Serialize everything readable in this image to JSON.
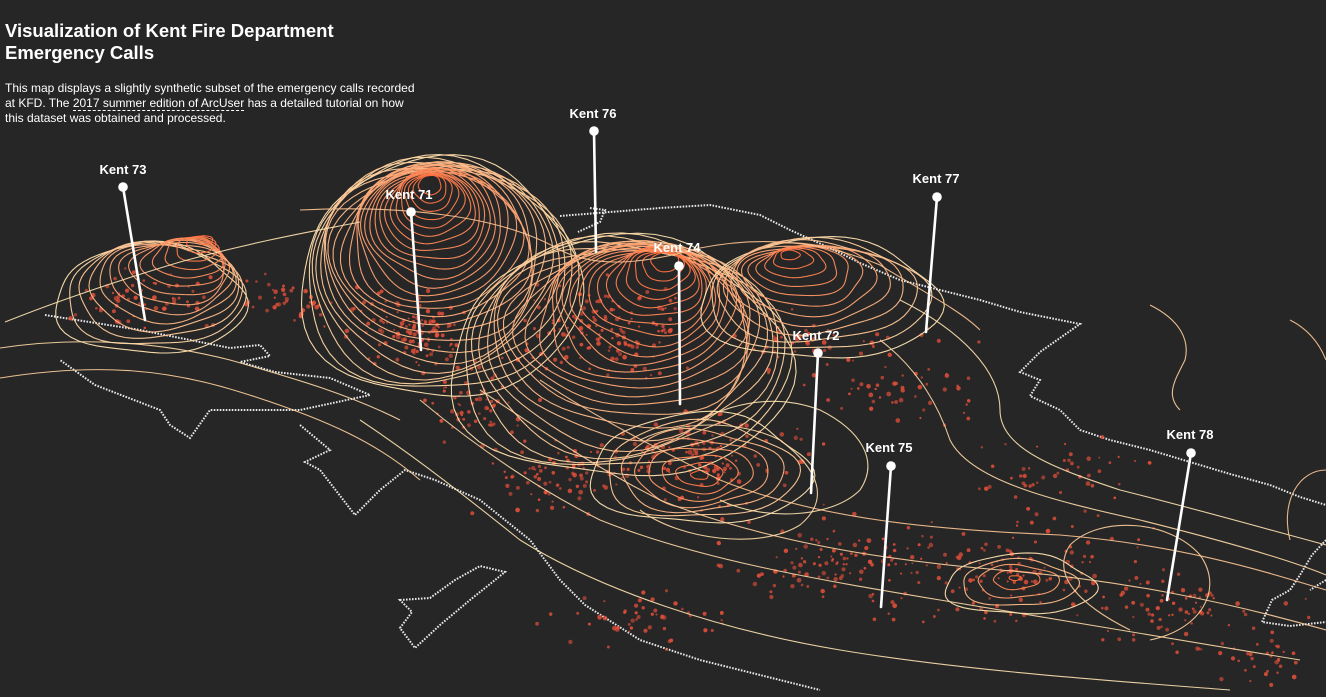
{
  "panel": {
    "title_line1": "Visualization of Kent Fire Department",
    "title_line2": "Emergency Calls",
    "desc_part1": "This map displays a slightly synthetic subset of the emergency calls recorded at KFD. The ",
    "desc_link": "2017 summer edition of ArcUser",
    "desc_part2": " has a detailed tutorial on how this dataset was obtained and processed."
  },
  "stations": [
    {
      "id": "kent-73",
      "label": "Kent 73"
    },
    {
      "id": "kent-71",
      "label": "Kent 71"
    },
    {
      "id": "kent-76",
      "label": "Kent 76"
    },
    {
      "id": "kent-74",
      "label": "Kent 74"
    },
    {
      "id": "kent-77",
      "label": "Kent 77"
    },
    {
      "id": "kent-72",
      "label": "Kent 72"
    },
    {
      "id": "kent-75",
      "label": "Kent 75"
    },
    {
      "id": "kent-78",
      "label": "Kent 78"
    }
  ],
  "colors": {
    "background": "#262626",
    "contour_low": "#ffe3b0",
    "contour_high": "#ff7040",
    "calls": "#e8503a",
    "boundary": "#ffffff",
    "pin": "#ffffff"
  }
}
